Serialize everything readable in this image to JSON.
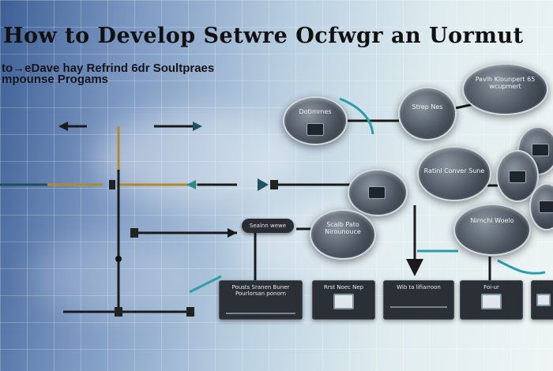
{
  "title": "How to Develop Setwre  Ocfwgr an Uormut",
  "subtitle": {
    "line1": "to→eDave hay Refrind 6dr Soultpraes",
    "line2": "mpounse Progams"
  },
  "nodes": [
    {
      "label": "Dotimmes"
    },
    {
      "label": "Strep Nes"
    },
    {
      "label": "Pavlh Klounpert 65 wcupmert"
    },
    {
      "label": ""
    },
    {
      "label": ""
    },
    {
      "label": "Ratinl Conver Sune"
    },
    {
      "label": ""
    },
    {
      "label": "Scalb Pato Nirounouce"
    },
    {
      "label": "Nirnchi Woelo"
    }
  ],
  "pill": {
    "label": "Sealnn wewe"
  },
  "cards": [
    {
      "label": "Pousts Sranen Buner Pourlorsan ponorn"
    },
    {
      "label": "Rrst Noec Nep"
    },
    {
      "label": "Wib ta lifiarroon"
    },
    {
      "label": "Foi-ur"
    },
    {
      "label": ""
    }
  ]
}
